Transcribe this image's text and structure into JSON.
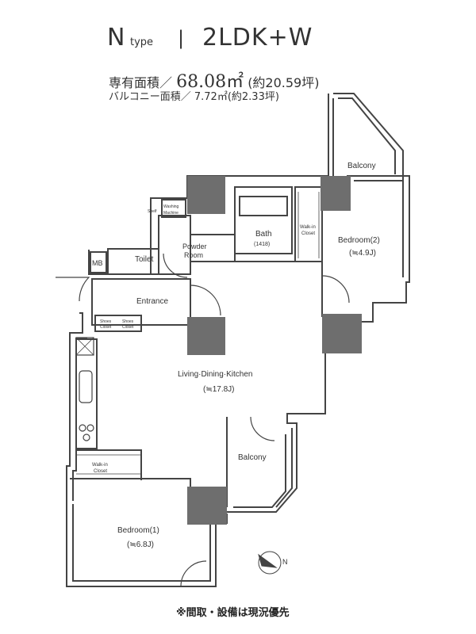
{
  "header": {
    "type_letter": "N",
    "type_word": "type",
    "separator": "|",
    "layout": "2LDK+W",
    "exclusive_area_label": "専有面積／",
    "exclusive_area_value": "68.08㎡",
    "exclusive_area_tsubo": "(約20.59坪)",
    "balcony_area_text": "バルコニー面積／ 7.72㎡(約2.33坪)"
  },
  "rooms": {
    "bedroom2": "Bedroom(2)",
    "bedroom2_size": "(≒4.9J)",
    "bedroom1": "Bedroom(1)",
    "bedroom1_size": "(≒6.8J)",
    "ldk": "Living·Dining·Kitchen",
    "ldk_size": "(≒17.8J)",
    "bath": "Bath",
    "bath_size": "(1418)",
    "powder_room_1": "Powder",
    "powder_room_2": "Room",
    "toilet": "Toilet",
    "entrance": "Entrance",
    "mb": "MB",
    "balcony_top": "Balcony",
    "balcony_mid": "Balcony",
    "walkin_closet_1a": "Walk-in",
    "walkin_closet_1b": "Closet",
    "walkin_closet_2a": "Walk-in",
    "walkin_closet_2b": "Closet",
    "shoes_closet": "Shoes",
    "shoes_closet_b": "Closet",
    "washing_machine_a": "Washing",
    "washing_machine_b": "Machine",
    "shelf": "Shelf"
  },
  "compass": "N",
  "footnote": "※間取・設備は現況優先",
  "colors": {
    "wall": "#333333",
    "column": "#6e6e6e",
    "line": "#555555"
  }
}
